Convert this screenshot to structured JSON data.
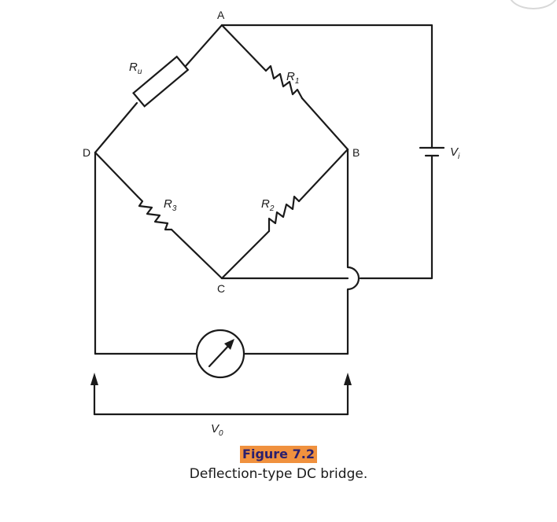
{
  "figure": {
    "label": "Figure 7.2",
    "caption": "Deflection-type DC bridge."
  },
  "nodes": {
    "a": "A",
    "b": "B",
    "c": "C",
    "d": "D"
  },
  "components": {
    "ru": {
      "symbol": "R",
      "sub": "u"
    },
    "r1": {
      "symbol": "R",
      "sub": "1"
    },
    "r2": {
      "symbol": "R",
      "sub": "2"
    },
    "r3": {
      "symbol": "R",
      "sub": "3"
    },
    "vi": {
      "symbol": "V",
      "sub": "i"
    },
    "vo": {
      "symbol": "V",
      "sub": "0"
    }
  },
  "colors": {
    "ink": "#1a1a1a",
    "highlight": "#f0913e",
    "label_text": "#2a1f6e"
  }
}
